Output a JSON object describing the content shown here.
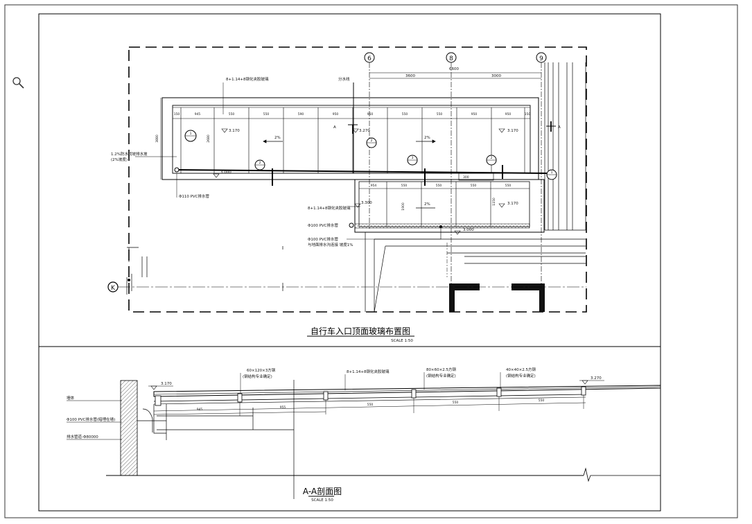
{
  "plan": {
    "title": "自行车入口顶面玻璃布置图",
    "scale": "SCALE 1:50",
    "axes": [
      "6",
      "8",
      "9"
    ],
    "section_mark": "K",
    "dims_top": [
      "3600",
      "6600",
      "3000"
    ],
    "dims_row1": [
      "150",
      "945",
      "550",
      "550",
      "590",
      "950",
      "950",
      "550",
      "550",
      "950",
      "950",
      "150"
    ],
    "dims_row2": [
      "954",
      "550",
      "550",
      "550",
      "550"
    ],
    "notes": {
      "glass_top": "8+1.14+8钢化夹胶玻璃",
      "slope_left": "1.2%防水找坡排水坡",
      "slope_left2": "(2%坡度)",
      "drain_note": "分水线",
      "pipe1": "Φ110 PVC排水管",
      "glass_mid": "8+1.14+8钢化夹胶玻璃",
      "pipe2": "Φ100 PVC排水管",
      "pipe3": "Φ100 PVC排水管",
      "pipe3b": "与地面排水沟连接 坡度1%"
    },
    "levels": [
      "3.170",
      "3.270",
      "3.170",
      "3.000",
      "3.300",
      "3.170",
      "3.000"
    ],
    "arrows": [
      "2%",
      "2%",
      "2%"
    ],
    "bubbles": [
      "1",
      "2",
      "2",
      "3",
      "2",
      "1"
    ],
    "section_labels": [
      "A",
      "A"
    ]
  },
  "section": {
    "title": "A-A剖面图",
    "scale": "SCALE 1:50",
    "notes": {
      "beam1": "60×120×3方钢",
      "beam1b": "(钢结构专业确定)",
      "glass": "8+1.14+8钢化夹胶玻璃",
      "beam2": "80×60×2.5方钢",
      "beam2b": "(钢结构专业确定)",
      "beam3": "40×40×2.5方钢",
      "beam3b": "(钢结构专业确定)",
      "wall": "墙体",
      "pipe": "Φ100 PVC排水管(暗埋在墙)",
      "drain": "排水管道-Φ80000"
    },
    "levels": [
      "3.170",
      "3.270"
    ],
    "dims": [
      "945",
      "955",
      "550",
      "550",
      "550"
    ]
  }
}
